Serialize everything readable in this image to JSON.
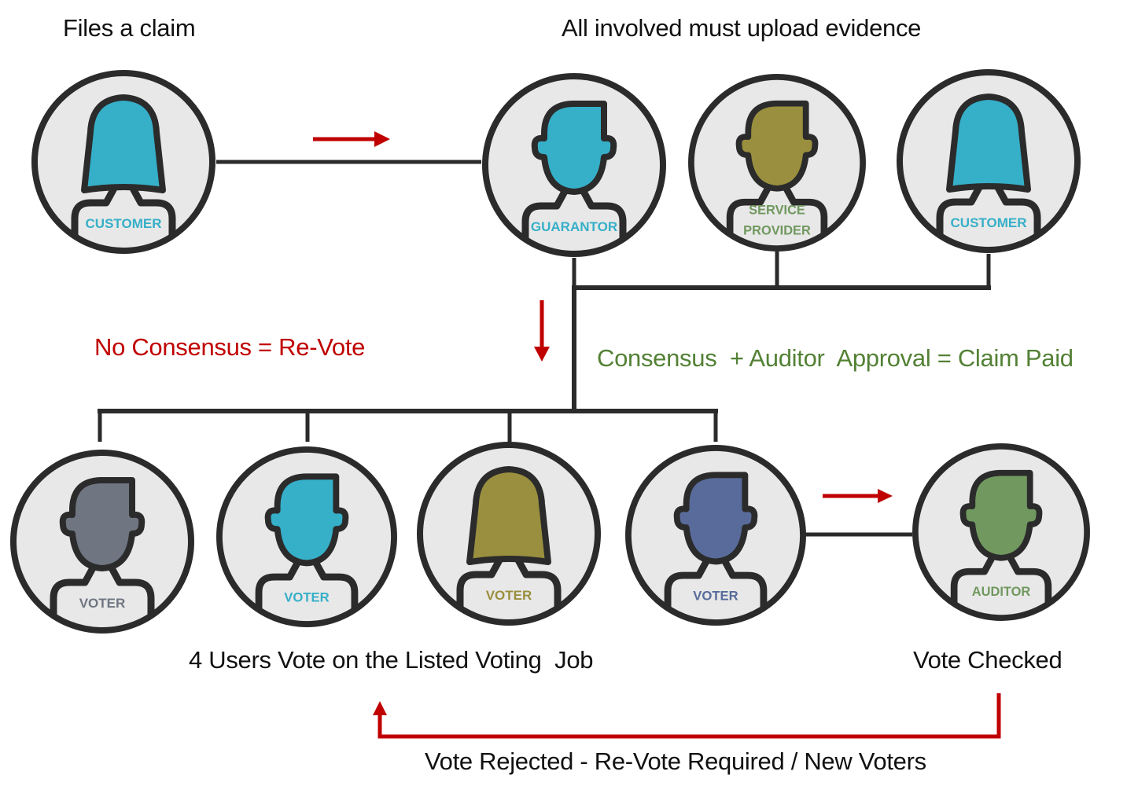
{
  "captions": {
    "files_claim": "Files a claim",
    "upload_evidence": "All involved must upload evidence",
    "no_consensus": "No Consensus = Re-Vote",
    "consensus_paid": "Consensus  + Auditor  Approval = Claim Paid",
    "users_vote": "4 Users Vote on the Listed Voting  Job",
    "vote_checked": "Vote Checked",
    "vote_rejected": "Vote Rejected - Re-Vote Required / New Voters"
  },
  "colors": {
    "teal": "#36afc8",
    "olive": "#9a8f3e",
    "gray": "#6f7682",
    "blue": "#586b9a",
    "green": "#70985f",
    "red_arrow": "#c00000",
    "green_text": "#538135",
    "outline": "#2b2b2b",
    "circle_fill": "#e8e8e8"
  },
  "nodes": [
    {
      "id": "customer-1",
      "role": "claimant",
      "lines": [
        "CUSTOMER"
      ],
      "figure": "female",
      "fill": "#36afc8",
      "text_color": "#36afc8"
    },
    {
      "id": "guarantor",
      "role": "evidence",
      "lines": [
        "GUARANTOR"
      ],
      "figure": "male",
      "fill": "#36afc8",
      "text_color": "#36afc8"
    },
    {
      "id": "service-provider",
      "role": "evidence",
      "lines": [
        "SERVICE",
        "PROVIDER"
      ],
      "figure": "male",
      "fill": "#9a8f3e",
      "text_color": "#70985f"
    },
    {
      "id": "customer-2",
      "role": "evidence",
      "lines": [
        "CUSTOMER"
      ],
      "figure": "female",
      "fill": "#36afc8",
      "text_color": "#36afc8"
    },
    {
      "id": "voter-1",
      "role": "voter",
      "lines": [
        "VOTER"
      ],
      "figure": "male",
      "fill": "#6f7682",
      "text_color": "#6f7682"
    },
    {
      "id": "voter-2",
      "role": "voter",
      "lines": [
        "VOTER"
      ],
      "figure": "male",
      "fill": "#36afc8",
      "text_color": "#36afc8"
    },
    {
      "id": "voter-3",
      "role": "voter",
      "lines": [
        "VOTER"
      ],
      "figure": "female",
      "fill": "#9a8f3e",
      "text_color": "#9a8f3e"
    },
    {
      "id": "voter-4",
      "role": "voter",
      "lines": [
        "VOTER"
      ],
      "figure": "male",
      "fill": "#586b9a",
      "text_color": "#586b9a"
    },
    {
      "id": "auditor",
      "role": "auditor",
      "lines": [
        "AUDITOR"
      ],
      "figure": "male",
      "fill": "#70985f",
      "text_color": "#70985f"
    }
  ]
}
